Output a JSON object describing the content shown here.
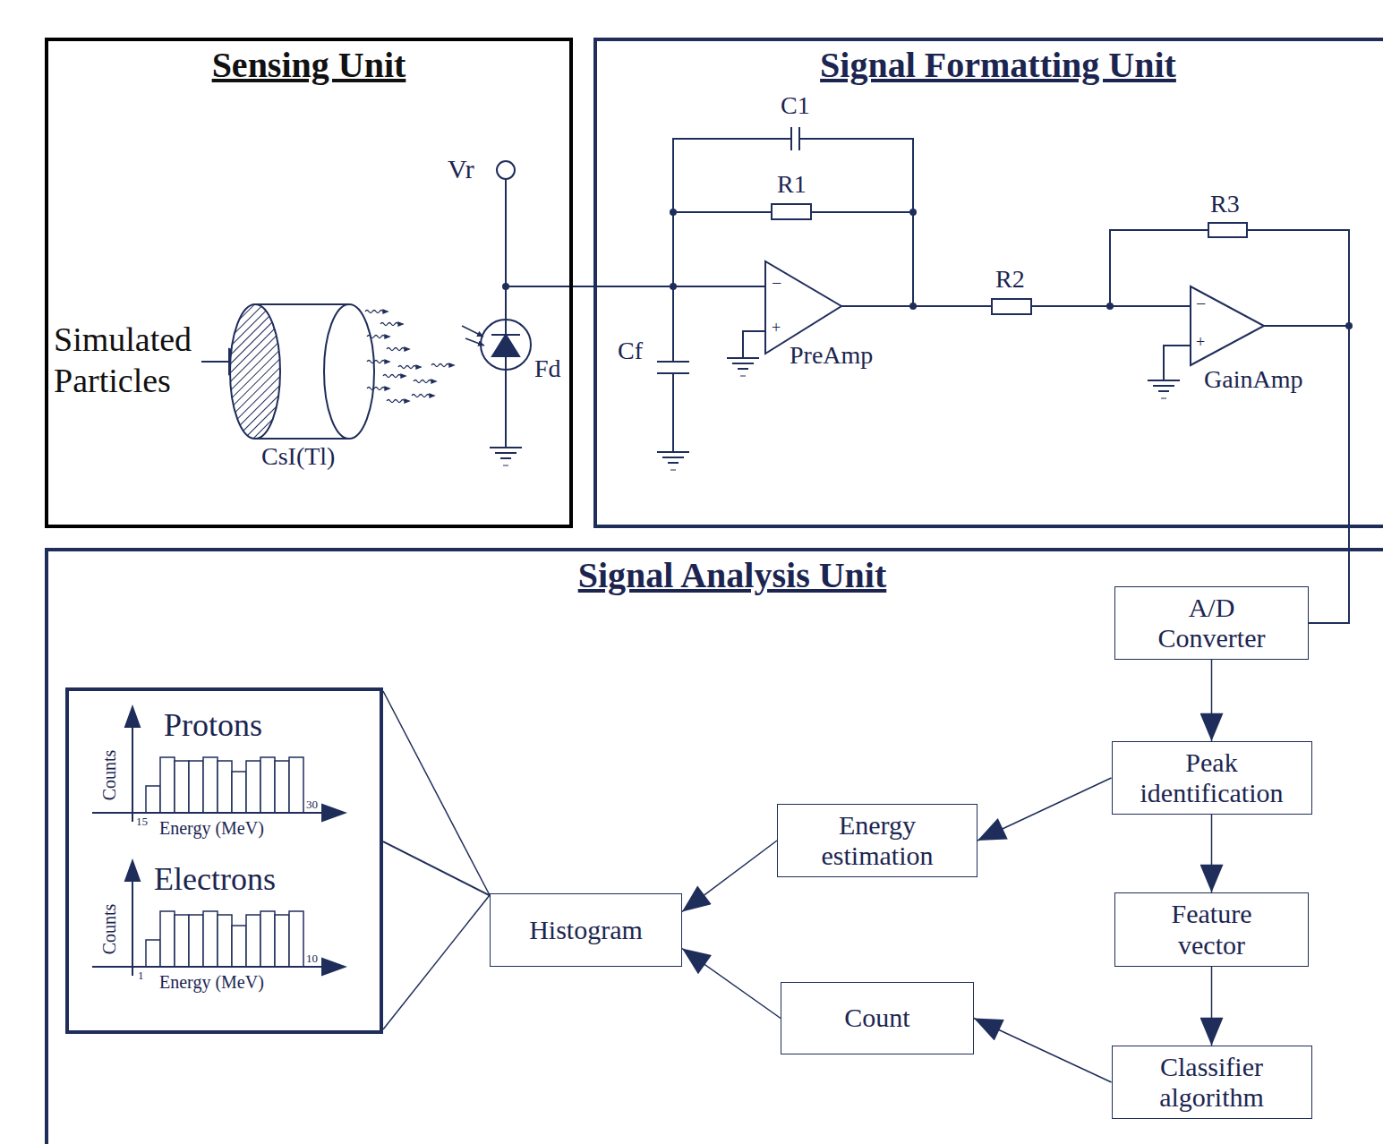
{
  "diagram": {
    "nodes": [
      {
        "text": [
          "Sensing Unit"
        ]
      },
      {
        "text": [
          "Signal Formatting Unit"
        ]
      },
      {
        "text": [
          "Signal Analysis Unit"
        ]
      },
      {
        "text": [
          "A/D Converter"
        ],
        "in": 2
      },
      {
        "text": [
          "Peak identification"
        ],
        "in": 2
      },
      {
        "text": [
          "Feature vector"
        ],
        "in": 2
      },
      {
        "text": [
          "Classifier algorithm"
        ],
        "in": 2
      },
      {
        "text": [
          "Energy estimation"
        ],
        "in": 2
      },
      {
        "text": [
          "Count"
        ],
        "in": 2
      },
      {
        "text": [
          "Histogram"
        ],
        "in": 2
      },
      {
        "text": [
          "Protons",
          "Electrons"
        ],
        "in": 2
      }
    ],
    "edges": [
      {
        "from": 1,
        "to": 3,
        "arrow": "none"
      },
      {
        "from": 3,
        "to": 4,
        "arrow": "to"
      },
      {
        "from": 4,
        "to": 7,
        "arrow": "to"
      },
      {
        "from": 4,
        "to": 5,
        "arrow": "to"
      },
      {
        "from": 5,
        "to": 6,
        "arrow": "to"
      },
      {
        "from": 6,
        "to": 8,
        "arrow": "to"
      },
      {
        "from": 7,
        "to": 9,
        "arrow": "to"
      },
      {
        "from": 8,
        "to": 9,
        "arrow": "to"
      },
      {
        "from": 9,
        "to": 10,
        "arrow": "none"
      }
    ],
    "labels": [
      "Simulated Particles",
      "CsI(Tl)",
      "Vr",
      "Fd",
      "C1",
      "R1",
      "Cf",
      "−",
      "+",
      "PreAmp",
      "R2",
      "R3",
      "−",
      "+",
      "GainAmp",
      "Counts",
      "15",
      "30",
      "Energy (MeV)",
      "Counts",
      "1",
      "10",
      "Energy (MeV)"
    ]
  }
}
